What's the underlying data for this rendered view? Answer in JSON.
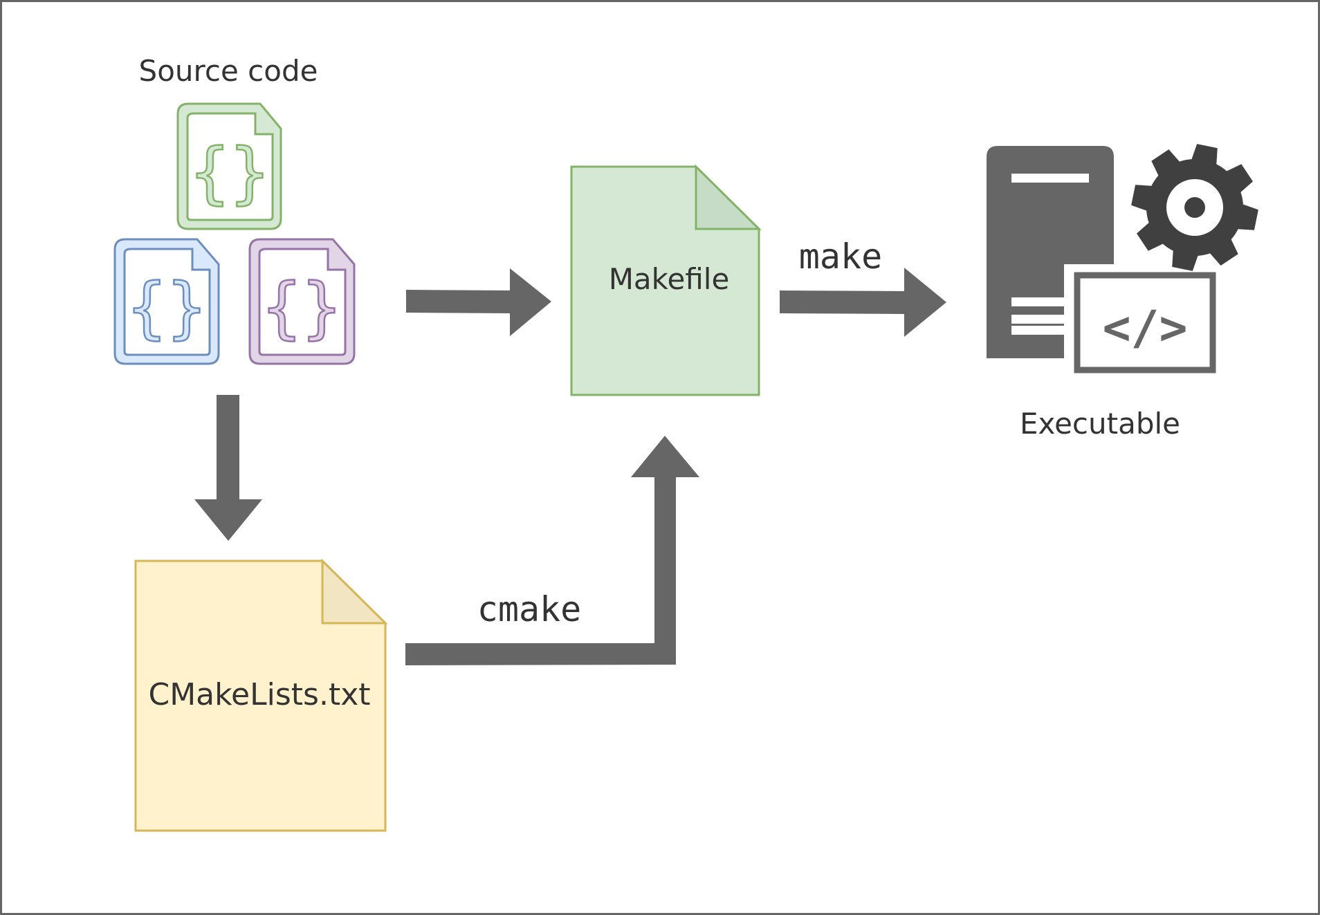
{
  "labels": {
    "source_code": "Source code",
    "makefile": "Makefile",
    "cmakelists": "CMakeLists.txt",
    "executable": "Executable",
    "make": "make",
    "cmake": "cmake",
    "code_symbol": "</>",
    "brace_symbol": "{}"
  },
  "colors": {
    "frame": "#666666",
    "arrow": "#666666",
    "server": "#666666",
    "gear": "#404040",
    "text": "#333333",
    "green_fill": "#d5e8d4",
    "green_stroke": "#82b366",
    "green_fold": "#c7dcc6",
    "blue_fill": "#dae8fc",
    "blue_stroke": "#6c8ebf",
    "purple_fill": "#e1d5e7",
    "purple_stroke": "#9673a6",
    "yellow_fill": "#fff2cc",
    "yellow_stroke": "#d6b656",
    "yellow_fold": "#f2e6c2"
  },
  "icons": {
    "source_file_green": "code-file-icon",
    "source_file_blue": "code-file-icon",
    "source_file_purple": "code-file-icon",
    "server": "server-icon",
    "gear": "gear-icon"
  }
}
